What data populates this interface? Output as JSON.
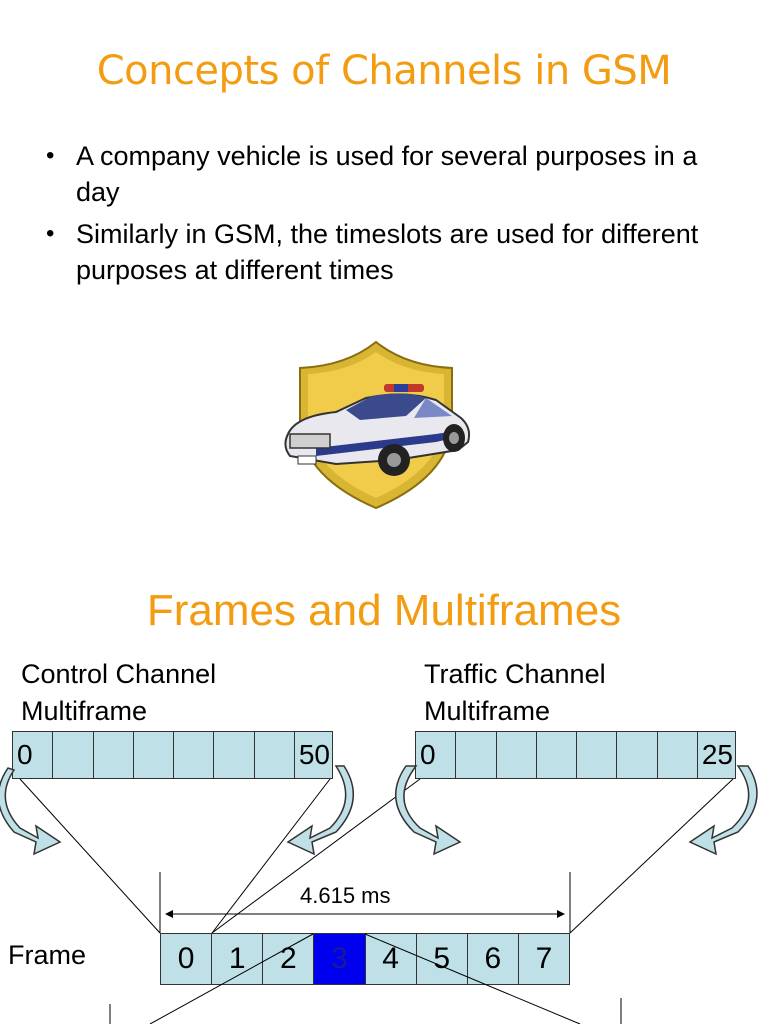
{
  "slide1": {
    "title": "Concepts of Channels in GSM",
    "bullets": [
      "A company vehicle is used for several purposes in a day",
      "Similarly in GSM, the timeslots are used for different purposes at different times"
    ],
    "bullet_marker": "•",
    "image_icon": "police-car-shield-icon"
  },
  "slide2": {
    "title": "Frames and Multiframes",
    "control_label": "Control Channel Multiframe",
    "traffic_label": "Traffic Channel Multiframe",
    "control_first": "0",
    "control_last": "50",
    "traffic_first": "0",
    "traffic_last": "25",
    "duration": "4.615 ms",
    "frame_label": "Frame",
    "slots": [
      "0",
      "1",
      "2",
      "3",
      "4",
      "5",
      "6",
      "7"
    ],
    "active_slot_index": 3,
    "colors": {
      "cell": "#bfe0e6",
      "active": "#0000ee",
      "title": "#f39c12"
    }
  }
}
